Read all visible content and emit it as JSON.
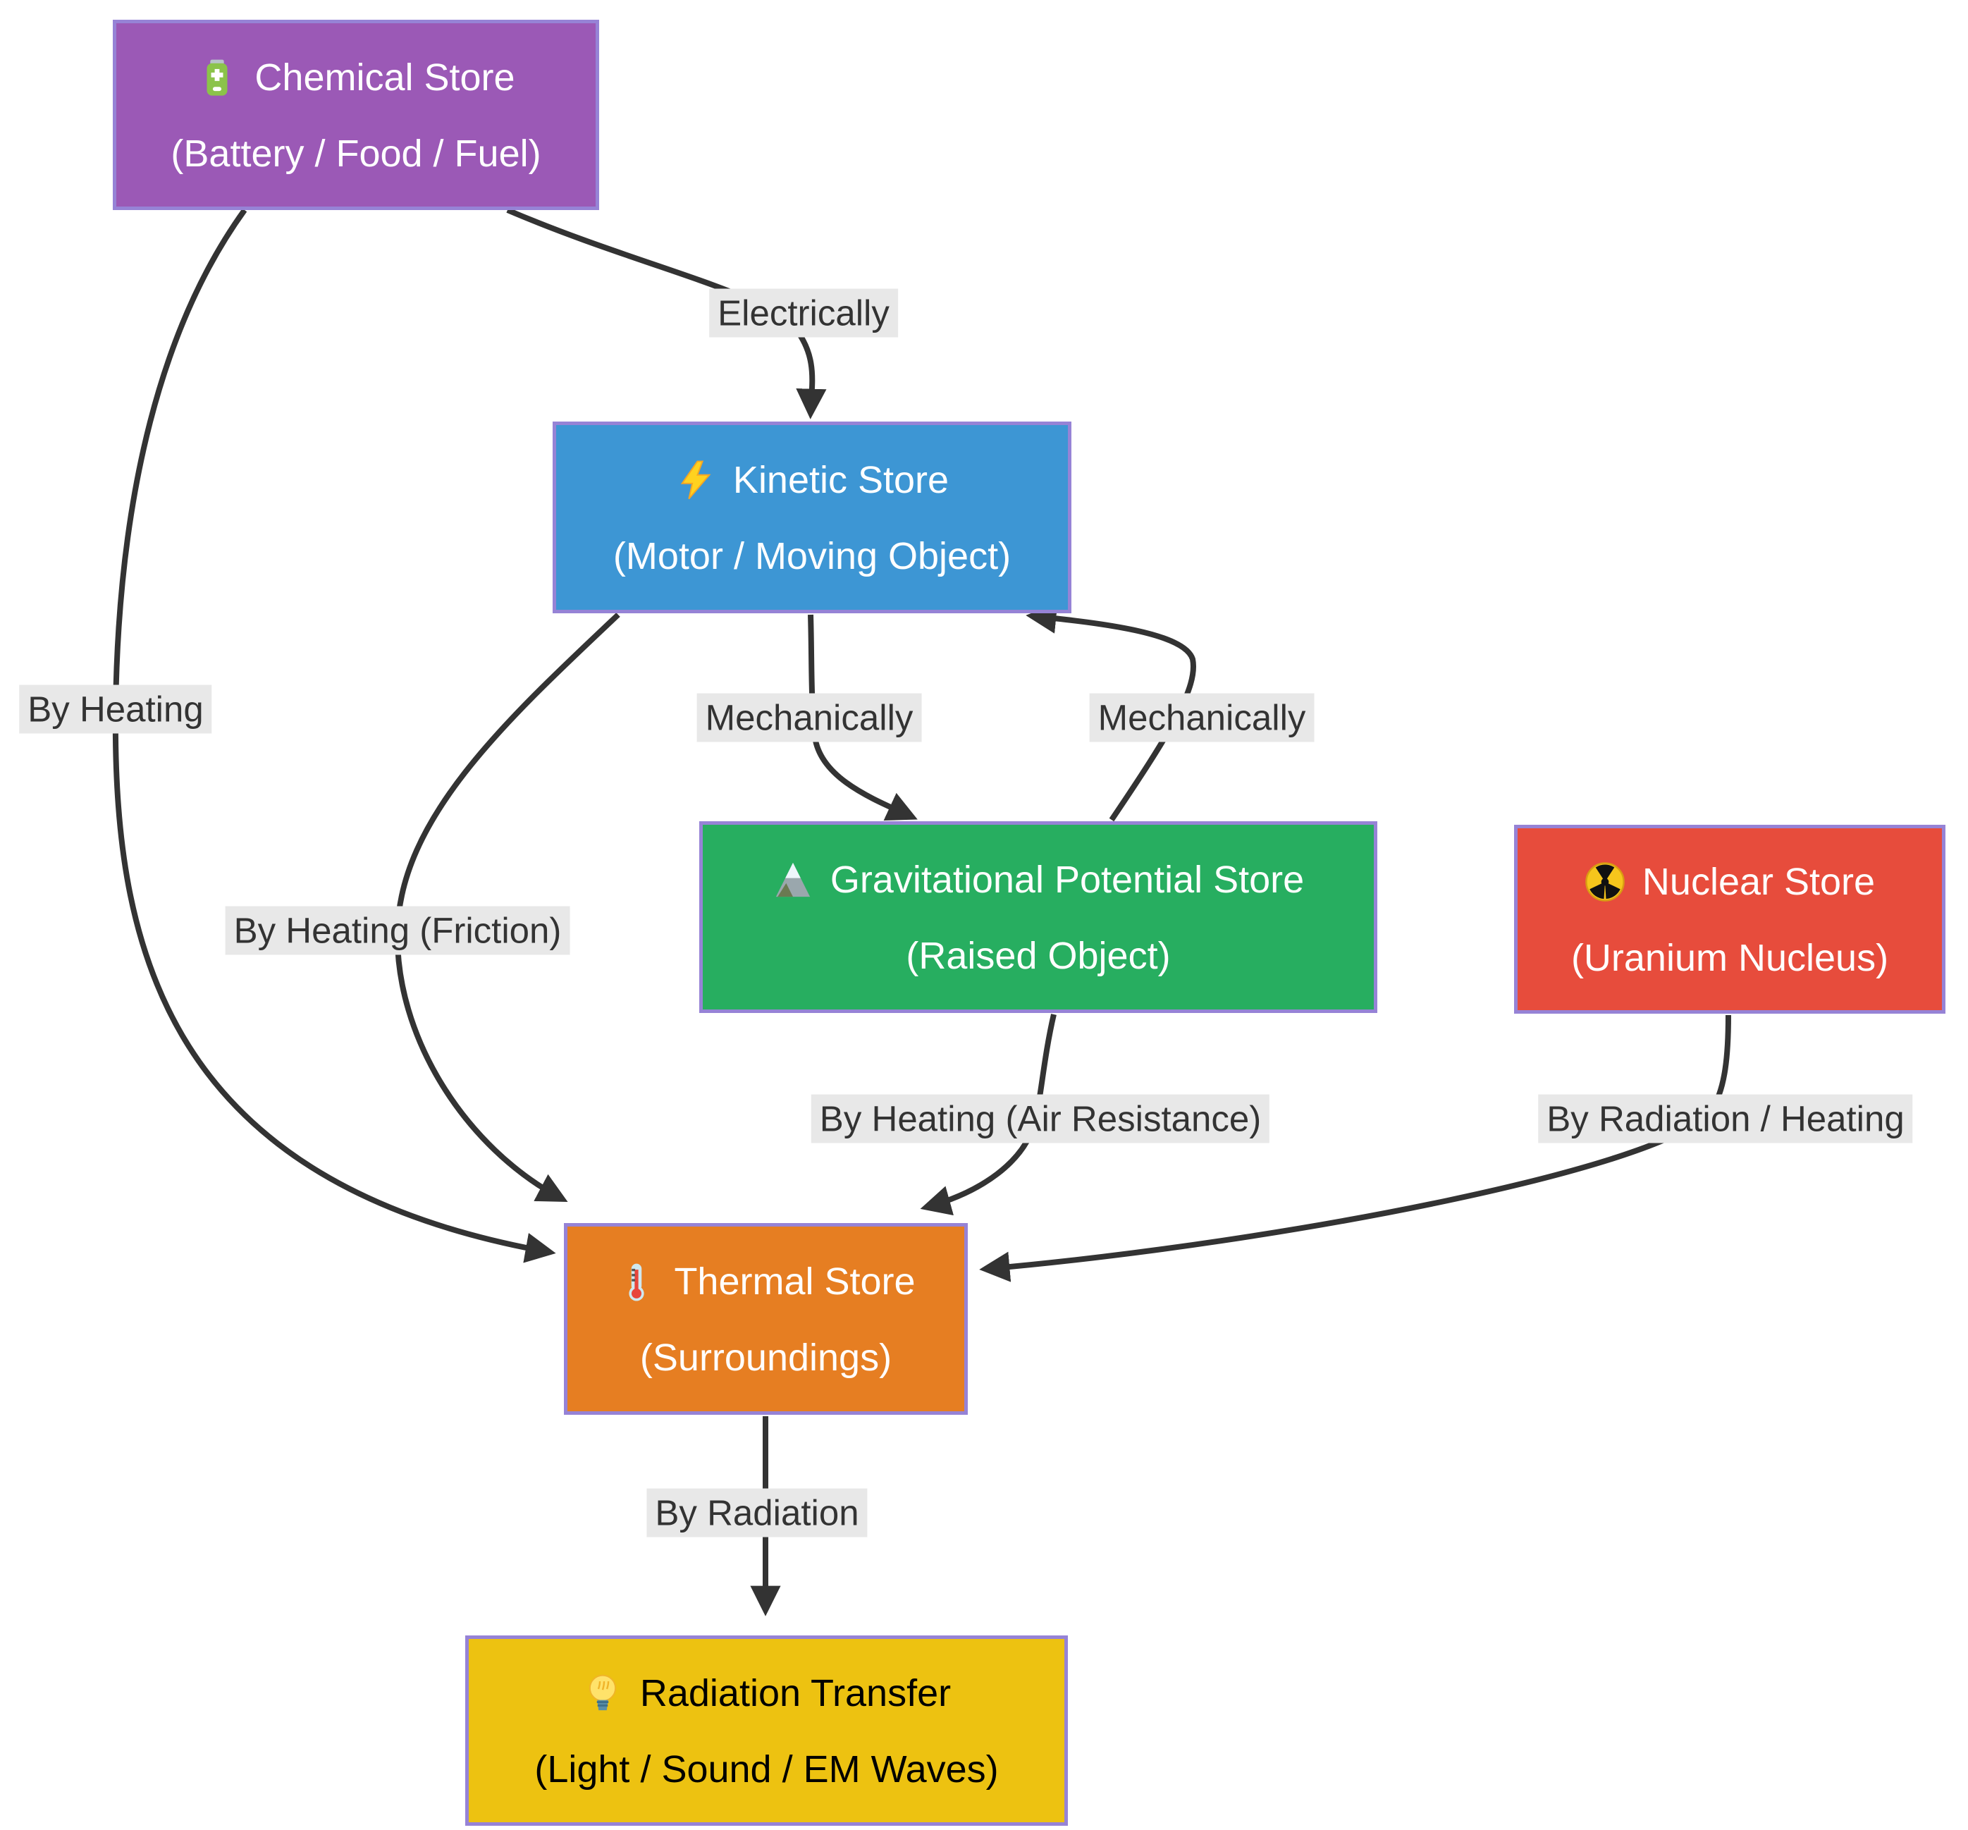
{
  "diagram": {
    "type": "flowchart",
    "title": "",
    "colors": {
      "background": "#ffffff",
      "node_border": "#9683d6",
      "edge_stroke": "#333333",
      "edge_label_bg": "#e8e8e8",
      "edge_label_text": "#333333"
    },
    "nodes": [
      {
        "id": "chemical",
        "icon": "battery-icon",
        "emoji": "🔋",
        "title": "Chemical Store",
        "subtitle": "(Battery / Food / Fuel)",
        "fill": "#9b59b6",
        "text_color": "#ffffff"
      },
      {
        "id": "kinetic",
        "icon": "lightning-icon",
        "emoji": "⚡",
        "title": "Kinetic Store",
        "subtitle": "(Motor / Moving Object)",
        "fill": "#3d96d4",
        "text_color": "#ffffff"
      },
      {
        "id": "gravitational",
        "icon": "mountain-icon",
        "emoji": "🏔️",
        "title": "Gravitational Potential Store",
        "subtitle": "(Raised Object)",
        "fill": "#27ae60",
        "text_color": "#ffffff"
      },
      {
        "id": "nuclear",
        "icon": "radioactive-icon",
        "emoji": "☢️",
        "title": "Nuclear Store",
        "subtitle": "(Uranium Nucleus)",
        "fill": "#e74c3c",
        "text_color": "#ffffff"
      },
      {
        "id": "thermal",
        "icon": "thermometer-icon",
        "emoji": "🌡️",
        "title": "Thermal Store",
        "subtitle": "(Surroundings)",
        "fill": "#e67e22",
        "text_color": "#ffffff"
      },
      {
        "id": "radiation",
        "icon": "lightbulb-icon",
        "emoji": "💡",
        "title": "Radiation Transfer",
        "subtitle": "(Light / Sound / EM Waves)",
        "fill": "#edc211",
        "text_color": "#000000"
      }
    ],
    "edges": [
      {
        "from": "chemical",
        "to": "kinetic",
        "label": "Electrically"
      },
      {
        "from": "chemical",
        "to": "thermal",
        "label": "By Heating"
      },
      {
        "from": "kinetic",
        "to": "thermal",
        "label": "By Heating (Friction)"
      },
      {
        "from": "kinetic",
        "to": "gravitational",
        "label": "Mechanically"
      },
      {
        "from": "gravitational",
        "to": "kinetic",
        "label": "Mechanically"
      },
      {
        "from": "gravitational",
        "to": "thermal",
        "label": "By Heating (Air Resistance)"
      },
      {
        "from": "nuclear",
        "to": "thermal",
        "label": "By Radiation / Heating"
      },
      {
        "from": "thermal",
        "to": "radiation",
        "label": "By Radiation"
      }
    ]
  }
}
